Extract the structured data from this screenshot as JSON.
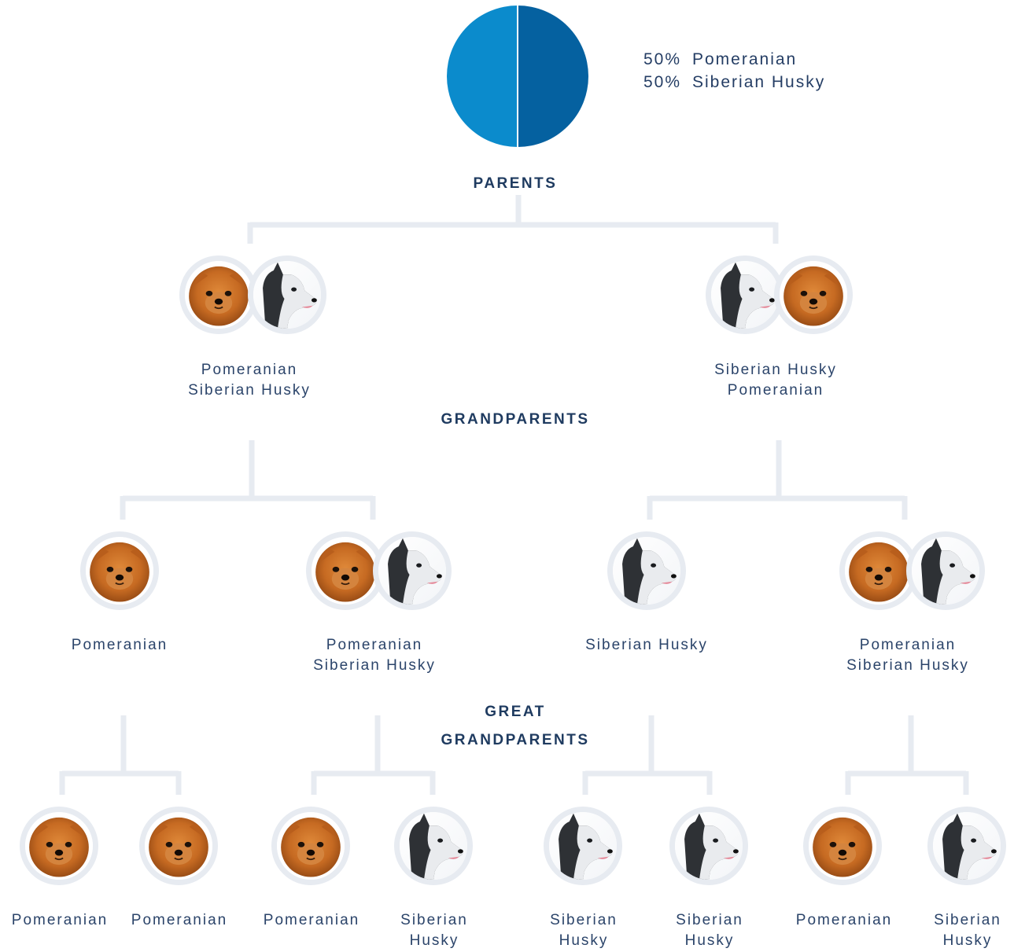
{
  "composition": [
    {
      "percent": "50%",
      "breed": "Pomeranian",
      "color": "#0b8bcc"
    },
    {
      "percent": "50%",
      "breed": "Siberian Husky",
      "color": "#0561a0"
    }
  ],
  "generation_labels": {
    "parents": "PARENTS",
    "grandparents": "GRANDPARENTS",
    "great_grandparents_1": "GREAT",
    "great_grandparents_2": "GRANDPARENTS"
  },
  "parents": [
    {
      "line1": "Pomeranian",
      "line2": "Siberian Husky",
      "avatars": [
        "pomeranian-icon",
        "siberian-husky-icon"
      ]
    },
    {
      "line1": "Siberian Husky",
      "line2": "Pomeranian",
      "avatars": [
        "siberian-husky-icon",
        "pomeranian-icon"
      ]
    }
  ],
  "grandparents": [
    {
      "line1": "Pomeranian",
      "avatars": [
        "pomeranian-icon"
      ]
    },
    {
      "line1": "Pomeranian",
      "line2": "Siberian Husky",
      "avatars": [
        "pomeranian-icon",
        "siberian-husky-icon"
      ]
    },
    {
      "line1": "Siberian Husky",
      "avatars": [
        "siberian-husky-icon"
      ]
    },
    {
      "line1": "Pomeranian",
      "line2": "Siberian Husky",
      "avatars": [
        "pomeranian-icon",
        "siberian-husky-icon"
      ]
    }
  ],
  "great_grandparents": [
    {
      "line1": "Pomeranian",
      "avatars": [
        "pomeranian-icon"
      ]
    },
    {
      "line1": "Pomeranian",
      "avatars": [
        "pomeranian-icon"
      ]
    },
    {
      "line1": "Pomeranian",
      "avatars": [
        "pomeranian-icon"
      ]
    },
    {
      "line1": "Siberian",
      "line2": "Husky",
      "avatars": [
        "siberian-husky-icon"
      ]
    },
    {
      "line1": "Siberian",
      "line2": "Husky",
      "avatars": [
        "siberian-husky-icon"
      ]
    },
    {
      "line1": "Siberian",
      "line2": "Husky",
      "avatars": [
        "siberian-husky-icon"
      ]
    },
    {
      "line1": "Pomeranian",
      "avatars": [
        "pomeranian-icon"
      ]
    },
    {
      "line1": "Siberian",
      "line2": "Husky",
      "avatars": [
        "siberian-husky-icon"
      ]
    }
  ]
}
